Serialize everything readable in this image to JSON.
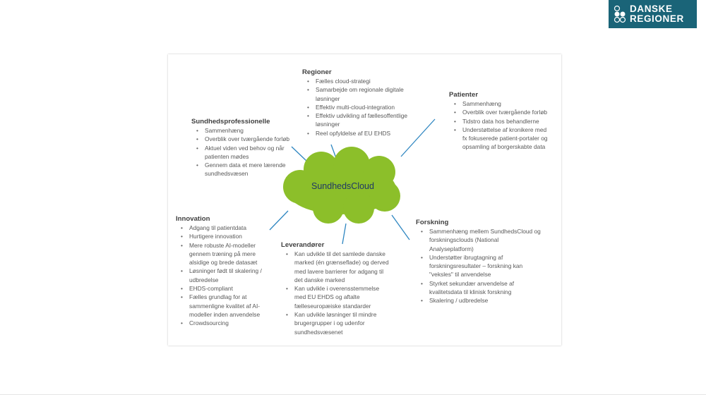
{
  "logo": {
    "line1": "DANSKE",
    "line2": "REGIONER"
  },
  "cloud": {
    "label": "SundhedsCloud",
    "color": "#8cbf2a",
    "line_color": "#2e86c1"
  },
  "sections": [
    {
      "title": "Regioner",
      "items": [
        "Fælles cloud-strategi",
        "Samarbejde om regionale digitale løsninger",
        "Effektiv multi-cloud-integration",
        "Effektiv udvikling af fællesoffentlige løsninger",
        "Reel opfyldelse af EU EHDS"
      ]
    },
    {
      "title": "Sundhedsprofessionelle",
      "items": [
        "Sammenhæng",
        "Overblik over tværgående forløb",
        "Aktuel viden ved behov og når patienten mødes",
        "Gennem data et mere lærende sundhedsvæsen"
      ]
    },
    {
      "title": "Patienter",
      "items": [
        "Sammenhæng",
        "Overblik over tværgående forløb",
        "Tidstro data hos behandlerne",
        "Understøttelse af kronikere med fx fokuserede patient-portaler og opsamling af borgerskabte data"
      ]
    },
    {
      "title": "Innovation",
      "items": [
        "Adgang til patientdata",
        "Hurtigere innovation",
        "Mere robuste AI-modeller gennem træning på mere alsidige og brede datasæt",
        "Løsninger født til skalering / udbredelse",
        "EHDS-compliant",
        "Fælles grundlag for at sammenligne kvalitet af AI-modeller inden anvendelse",
        "Crowdsourcing"
      ]
    },
    {
      "title": "Leverandører",
      "items": [
        "Kan udvikle til det samlede danske marked (én grænseflade) og derved med lavere barrierer for adgang til det danske marked",
        "Kan udvikle i overensstemmelse med EU EHDS og aftalte fælleseuropæiske standarder",
        "Kan udvikle løsninger til mindre brugergrupper i og udenfor sundhedsvæsenet"
      ]
    },
    {
      "title": "Forskning",
      "items": [
        "Sammenhæng mellem SundhedsCloud og forskningsclouds (National Analyseplatform)",
        "Understøtter ibrugtagning af forskningsresultater – forskning kan \"veksles\" til anvendelse",
        "Styrket sekundær anvendelse af kvalitetsdata til klinisk forskning",
        "Skalering / udbredelse"
      ]
    }
  ]
}
